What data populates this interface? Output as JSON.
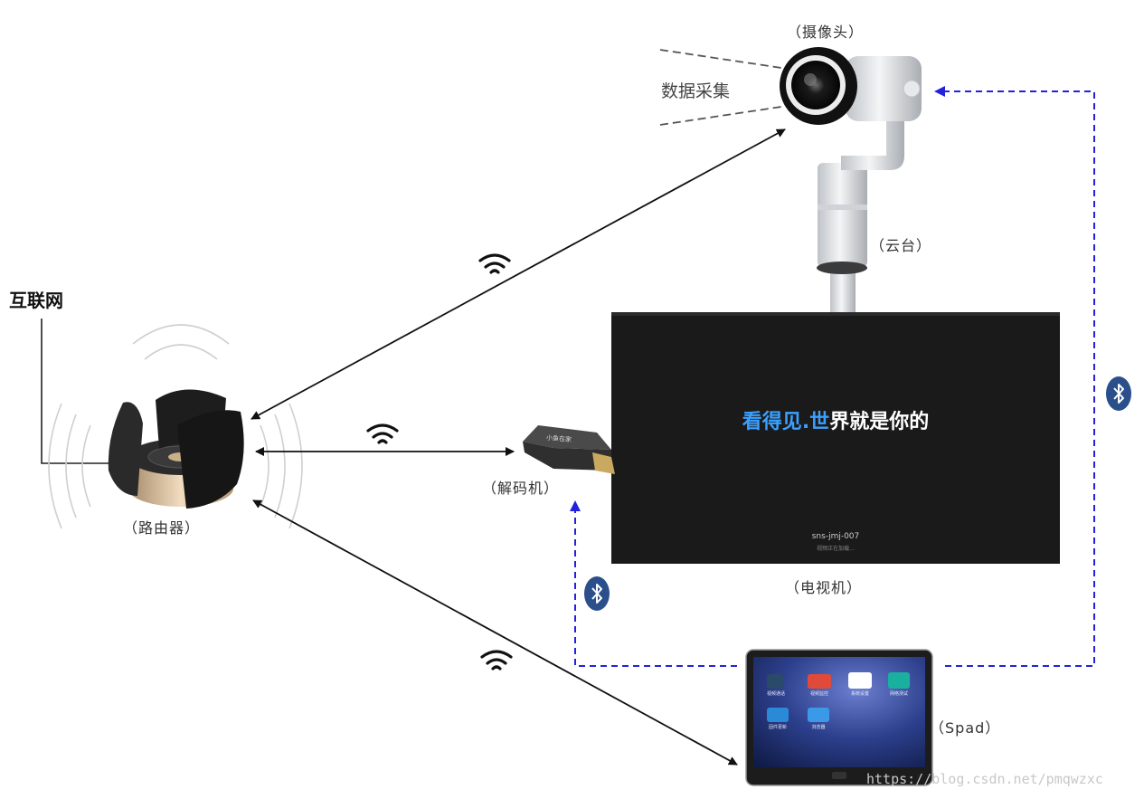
{
  "labels": {
    "camera": "（摄像头）",
    "data_collection": "数据采集",
    "gimbal": "（云台）",
    "internet": "互联网",
    "router": "（路由器）",
    "decoder": "（解码机）",
    "tv": "（电视机）",
    "spad": "（Spad）"
  },
  "tv_screen": {
    "title_highlight_1": "看得见",
    "title_dot": ".",
    "title_highlight_2": "世",
    "title_rest": "界就是你的",
    "device_id": "sns-jmj-007",
    "caption": "视频正在加载..."
  },
  "decoder_logo": "小鱼在家",
  "tablet_apps": [
    {
      "label": "视频通话",
      "color": "#2a4a6a"
    },
    {
      "label": "视频监控",
      "color": "#e04a3a"
    },
    {
      "label": "系统设置",
      "color": "#ffffff"
    },
    {
      "label": "网络测试",
      "color": "#1ab0a0"
    },
    {
      "label": "固件更新",
      "color": "#2a8ad8"
    },
    {
      "label": "浏览器",
      "color": "#3a9ae8"
    }
  ],
  "icons": [
    "wifi-icon",
    "bluetooth-icon"
  ],
  "colors": {
    "bluetooth_link": "#2222dd",
    "wifi_link": "#111111",
    "bluetooth_badge": "#2a4f8a"
  },
  "watermark": "https://blog.csdn.net/pmqwzxc"
}
